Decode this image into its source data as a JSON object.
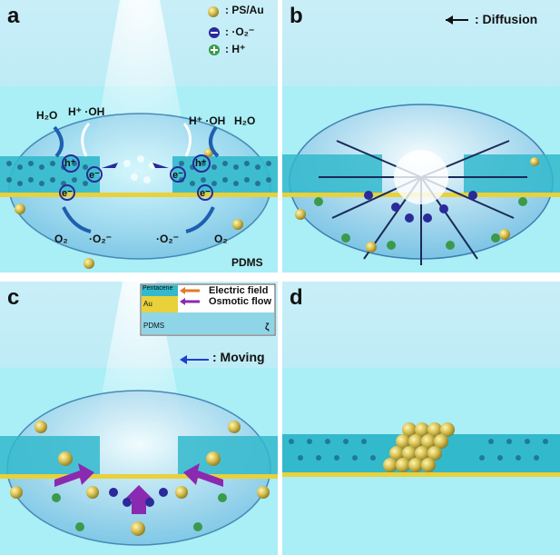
{
  "panels": {
    "a": {
      "label": "a",
      "legend": {
        "ps_au": ": PS/Au",
        "o2_radical": ": ·O₂⁻",
        "h_plus": ": H⁺"
      },
      "left_h2o": "H₂O",
      "left_oh": "H⁺ ·OH",
      "right_oh": "H⁺ ·OH",
      "right_h2o": "H₂O",
      "hole": "h⁺",
      "electron": "e⁻",
      "o2_left": "O₂",
      "o2rad_left": "·O₂⁻",
      "o2rad_right": "·O₂⁻",
      "o2_right": "O₂",
      "substrate": "PDMS"
    },
    "b": {
      "label": "b",
      "legend": ": Diffusion"
    },
    "c": {
      "label": "c",
      "inset": {
        "pentacene": "Pentacene",
        "au": "Au",
        "pdms": "PDMS",
        "electric_field": "Electric field",
        "osmotic_flow": "Osmotic flow",
        "zeta": "ζ"
      },
      "legend": ": Moving"
    },
    "d": {
      "label": "d"
    }
  },
  "colors": {
    "sky": "#bfe9f3",
    "water": "#a8ecf4",
    "pentacene": "#2fbfd0",
    "gold": "#e8d13a",
    "au_sphere": "#d8c154",
    "electron": "#2a2a9a",
    "hplus": "#3a9a4a",
    "electric_field": "#e07a2a",
    "osmotic_flow": "#8a2ab0"
  }
}
